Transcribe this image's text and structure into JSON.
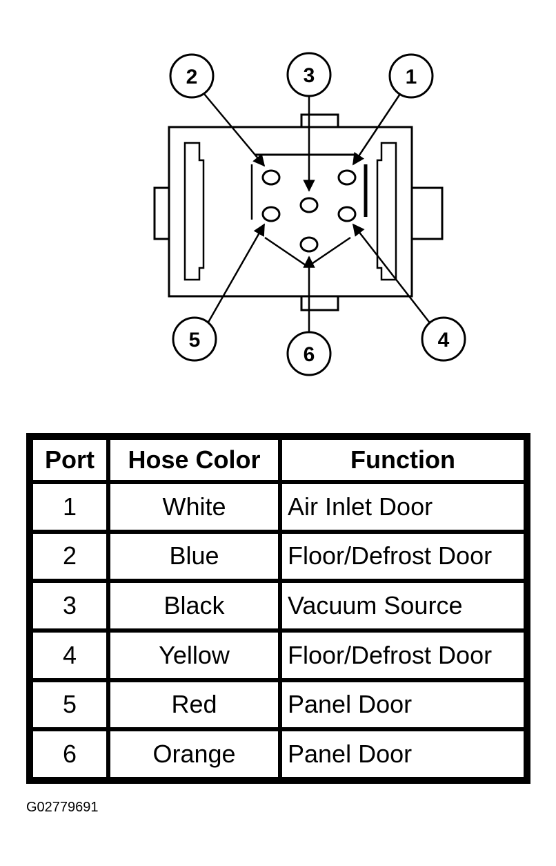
{
  "callouts": [
    "1",
    "2",
    "3",
    "4",
    "5",
    "6"
  ],
  "table": {
    "headers": [
      "Port",
      "Hose Color",
      "Function"
    ],
    "rows": [
      {
        "port": "1",
        "hose_color": "White",
        "function": "Air Inlet Door"
      },
      {
        "port": "2",
        "hose_color": "Blue",
        "function": "Floor/Defrost Door"
      },
      {
        "port": "3",
        "hose_color": "Black",
        "function": "Vacuum Source"
      },
      {
        "port": "4",
        "hose_color": "Yellow",
        "function": "Floor/Defrost Door"
      },
      {
        "port": "5",
        "hose_color": "Red",
        "function": "Panel Door"
      },
      {
        "port": "6",
        "hose_color": "Orange",
        "function": "Panel Door"
      }
    ]
  },
  "figure_id": "G02779691"
}
